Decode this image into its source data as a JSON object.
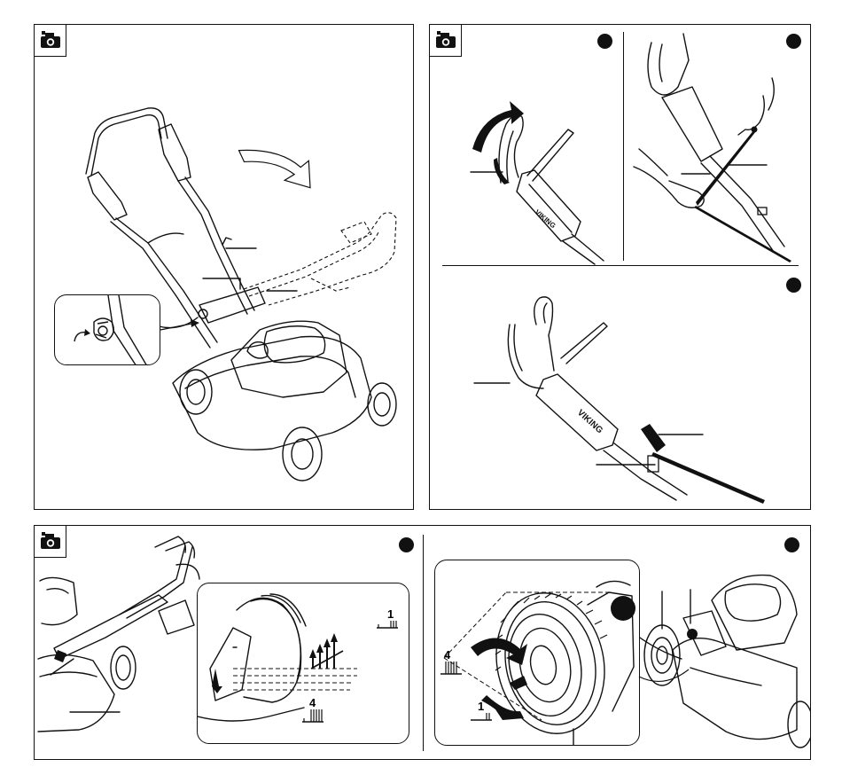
{
  "colors": {
    "line": "#111111",
    "fill_dark": "#1a1a1a",
    "fill_grey": "#9a9a9a",
    "background": "#ffffff"
  },
  "panels": {
    "top_left": {
      "icon": "camera-icon"
    },
    "top_right": {
      "icon": "camera-icon",
      "steps": [
        "step-dot-1",
        "step-dot-2",
        "step-dot-3"
      ]
    },
    "bottom_left": {
      "icon": "camera-icon",
      "steps": [
        "step-dot-1"
      ],
      "height_labels": {
        "top": "1",
        "bottom": "4"
      }
    },
    "bottom_right": {
      "steps": [
        "step-dot-1"
      ],
      "height_labels": {
        "top": "4",
        "bottom": "1"
      }
    }
  }
}
